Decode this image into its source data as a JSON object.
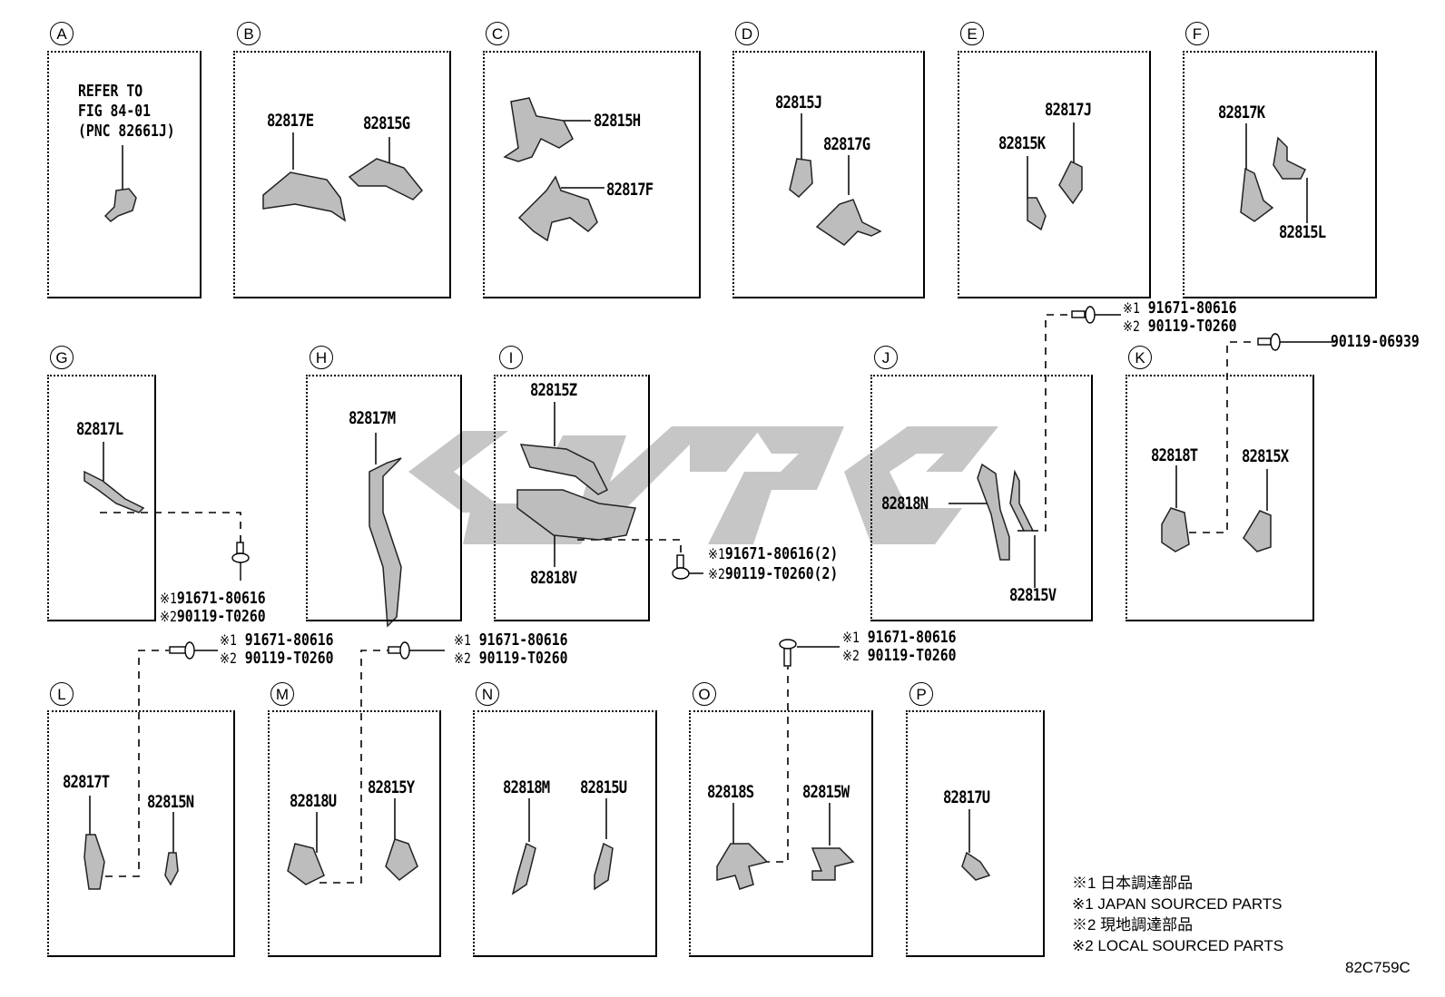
{
  "watermark": {
    "text": "سایپا-like logo",
    "color": "#c4c4c4"
  },
  "boxes": [
    {
      "id": "A",
      "note": [
        "REFER TO",
        "FIG 84-01",
        "(PNC 82661J)"
      ],
      "parts": []
    },
    {
      "id": "B",
      "parts": [
        "82817E",
        "82815G"
      ]
    },
    {
      "id": "C",
      "parts": [
        "82815H",
        "82817F"
      ]
    },
    {
      "id": "D",
      "parts": [
        "82815J",
        "82817G"
      ]
    },
    {
      "id": "E",
      "parts": [
        "82817J",
        "82815K"
      ]
    },
    {
      "id": "F",
      "parts": [
        "82817K",
        "82815L"
      ]
    },
    {
      "id": "G",
      "parts": [
        "82817L"
      ]
    },
    {
      "id": "H",
      "parts": [
        "82817M"
      ]
    },
    {
      "id": "I",
      "parts": [
        "82815Z",
        "82818V"
      ]
    },
    {
      "id": "J",
      "parts": [
        "82818N",
        "82815V"
      ]
    },
    {
      "id": "K",
      "parts": [
        "82818T",
        "82815X"
      ]
    },
    {
      "id": "L",
      "parts": [
        "82817T",
        "82815N"
      ]
    },
    {
      "id": "M",
      "parts": [
        "82818U",
        "82815Y"
      ]
    },
    {
      "id": "N",
      "parts": [
        "82818M",
        "82815U"
      ]
    },
    {
      "id": "O",
      "parts": [
        "82818S",
        "82815W"
      ]
    },
    {
      "id": "P",
      "parts": [
        "82817U"
      ]
    }
  ],
  "bolts": {
    "g": {
      "m1": "※1",
      "p1": "91671-80616",
      "m2": "※2",
      "p2": "90119-T0260"
    },
    "i": {
      "m1": "※1",
      "p1": "91671-80616(2)",
      "m2": "※2",
      "p2": "90119-T0260(2)"
    },
    "j": {
      "m1": "※1",
      "p1": "91671-80616",
      "m2": "※2",
      "p2": "90119-T0260"
    },
    "k": {
      "p1": "90119-06939"
    },
    "l": {
      "m1": "※1",
      "p1": "91671-80616",
      "m2": "※2",
      "p2": "90119-T0260"
    },
    "m": {
      "m1": "※1",
      "p1": "91671-80616",
      "m2": "※2",
      "p2": "90119-T0260"
    },
    "o": {
      "m1": "※1",
      "p1": "91671-80616",
      "m2": "※2",
      "p2": "90119-T0260"
    }
  },
  "legend": [
    "※1 日本調達部品",
    "※1 JAPAN SOURCED PARTS",
    "※2 現地調達部品",
    "※2 LOCAL SOURCED PARTS"
  ],
  "figure_id": "82C759C"
}
